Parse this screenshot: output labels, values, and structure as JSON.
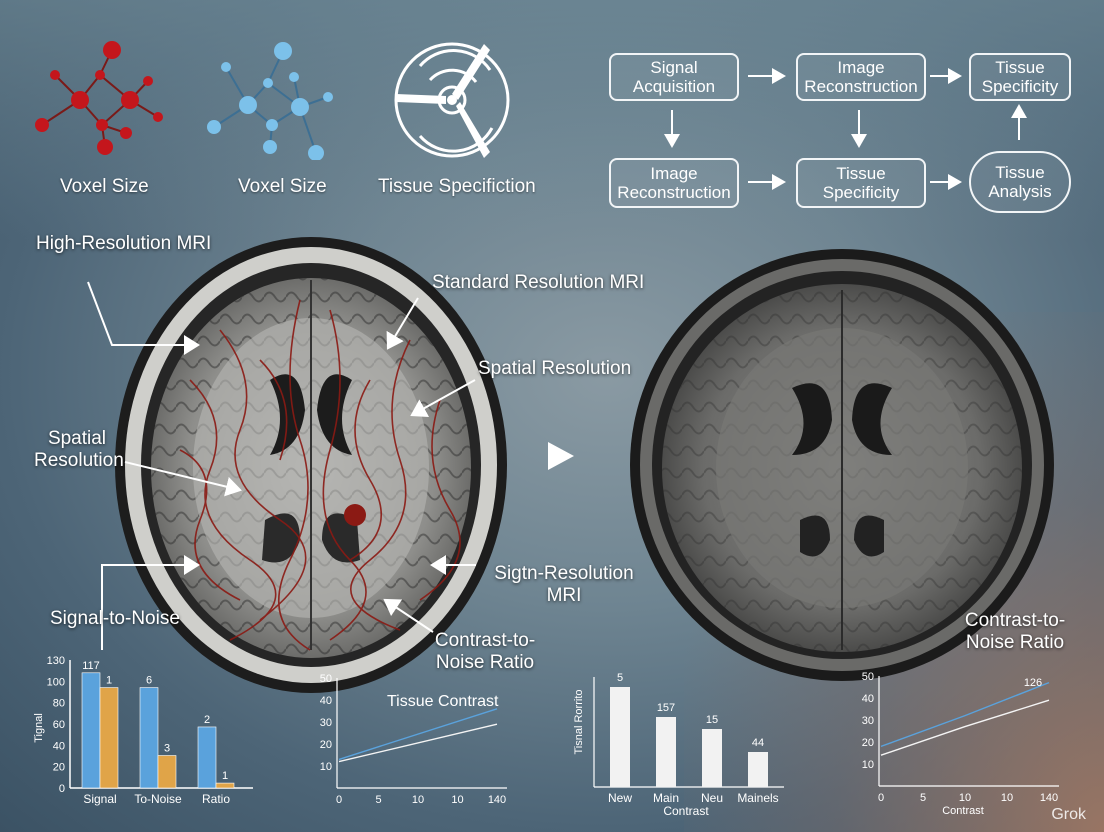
{
  "icons": {
    "captions": [
      "Voxel Size",
      "Voxel Size",
      "Tissue Specifiction"
    ]
  },
  "flow": {
    "signal_acquisition": "Signal Acquisition",
    "image_reconstruction_top": "Image Reconstruction",
    "tissue_specificity_top": "Tissue Specificity",
    "image_reconstruction_bottom": "Image Reconstruction",
    "tissue_specificity_bottom": "Tissue Specificity",
    "tissue_analysis": "Tissue Analysis"
  },
  "labels": {
    "high_res_mri": "High-Resolution MRI",
    "standard_res_mri": "Standard Resolution MRI",
    "spatial_res_right": "Spatial Resolution",
    "spatial_res_left": "Spatial Resolution",
    "sigh_res_mri": "Sigtn-Resolution MRI",
    "signal_to_noise": "Signal-to-Noise",
    "cnr_center": "Contrast-to-Noise Ratio",
    "cnr_right": "Contrast-to-Noise Ratio",
    "watermark": "Grok"
  },
  "colors": {
    "bar_blue": "#5aa2dc",
    "bar_orange": "#e0a448",
    "line_blue": "#5aa2dc",
    "vessel_red": "#8b1a14"
  },
  "chart_data": [
    {
      "type": "bar",
      "ylabel": "Tignal",
      "categories": [
        "Signal",
        "To-Noise",
        "Ratio"
      ],
      "series": [
        {
          "values": [
            117,
            102,
            62
          ]
        },
        {
          "values": [
            102,
            33,
            5
          ]
        }
      ],
      "data_labels": [
        [
          "117",
          "6",
          "2"
        ],
        [
          "1",
          "3",
          "1"
        ]
      ],
      "yticks": [
        "0",
        "20",
        "40",
        "60",
        "80",
        "100",
        "130"
      ],
      "ylim": [
        0,
        130
      ]
    },
    {
      "type": "line",
      "title": "Tissue Contrast",
      "x_ticks": [
        "0",
        "5",
        "10",
        "10",
        "140"
      ],
      "y_ticks": [
        "10",
        "20",
        "30",
        "40",
        "50"
      ],
      "series": [
        {
          "color": "blue",
          "values": [
            [
              0,
              13
            ],
            [
              4,
              36
            ]
          ]
        },
        {
          "color": "white",
          "values": [
            [
              0,
              12
            ],
            [
              4,
              29
            ]
          ]
        }
      ]
    },
    {
      "type": "bar",
      "ylabel": "Tisnal Rorrito",
      "xlabel": "Contrast",
      "categories": [
        "New",
        "Main",
        "Neu",
        "Mainels"
      ],
      "values": [
        100,
        70,
        58,
        35
      ],
      "data_labels": [
        "5",
        "157",
        "15",
        "44"
      ]
    },
    {
      "type": "line",
      "xlabel": "Contrast",
      "x_ticks": [
        "0",
        "5",
        "10",
        "10",
        "140"
      ],
      "y_ticks": [
        "10",
        "20",
        "30",
        "40",
        "50"
      ],
      "annotation": "126",
      "series": [
        {
          "color": "blue",
          "values": [
            [
              0,
              18
            ],
            [
              2,
              32
            ],
            [
              4,
              47
            ]
          ]
        },
        {
          "color": "white",
          "values": [
            [
              0,
              14
            ],
            [
              2,
              27
            ],
            [
              4,
              39
            ]
          ]
        }
      ]
    }
  ]
}
